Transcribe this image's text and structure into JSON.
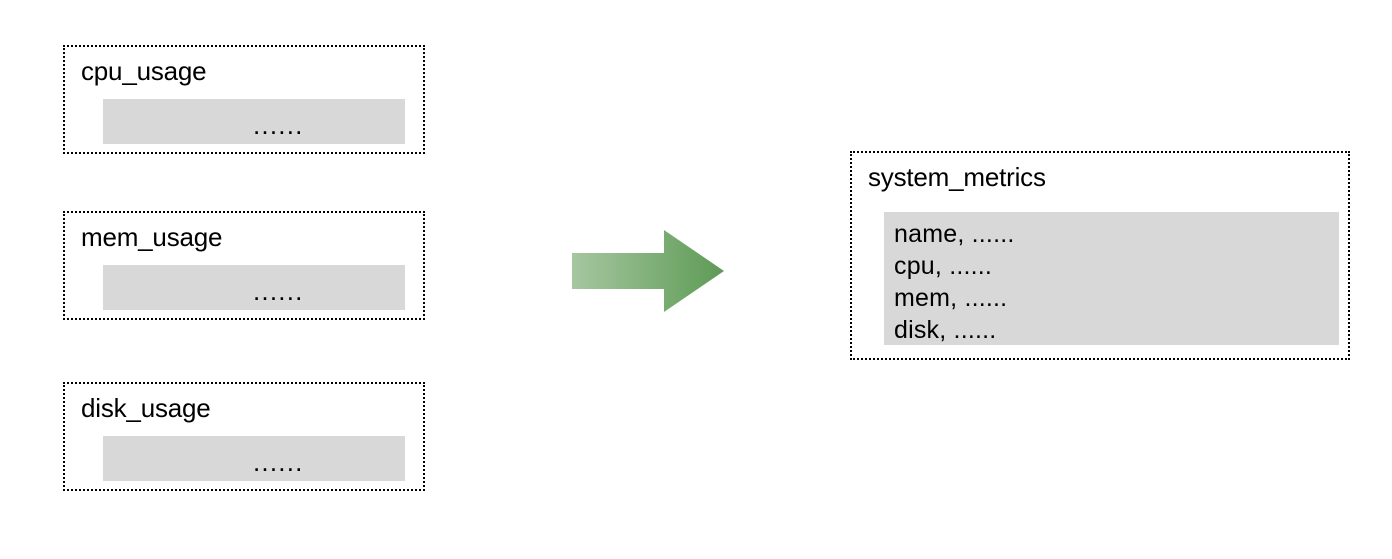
{
  "diagram": {
    "type": "data-consolidation-flow",
    "background": "#ffffff",
    "source_boxes": [
      {
        "id": "cpu-usage",
        "title": "cpu_usage",
        "body_text": "......",
        "body_color": "#d8d8d8",
        "border_style": "dotted"
      },
      {
        "id": "mem-usage",
        "title": "mem_usage",
        "body_text": "......",
        "body_color": "#d8d8d8",
        "border_style": "dotted"
      },
      {
        "id": "disk-usage",
        "title": "disk_usage",
        "body_text": "......",
        "body_color": "#d8d8d8",
        "border_style": "dotted"
      }
    ],
    "arrow": {
      "direction": "right",
      "gradient_from": "#a6c6a0",
      "gradient_to": "#5d9b55"
    },
    "target_box": {
      "id": "system-metrics",
      "title": "system_metrics",
      "body_color": "#d8d8d8",
      "border_style": "dotted",
      "fields": [
        "name, ......",
        "cpu, ......",
        "mem, ......",
        "disk, ......"
      ]
    }
  }
}
